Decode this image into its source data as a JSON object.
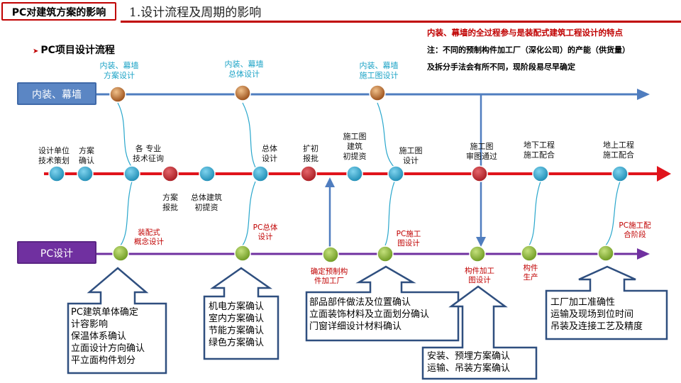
{
  "header": {
    "title": "PC对建筑方案的影响",
    "section": "1.设计流程及周期的影响"
  },
  "notes": {
    "red": "内装、幕墙的全过程参与是装配式建筑工程设计的特点",
    "line1": "注：不同的预制构件加工厂（深化公司）的产能（供货量）",
    "line2": "及拆分手法会有所不同，现阶段易尽早确定"
  },
  "subheading": "PC项目设计流程",
  "lanes": {
    "interior": "内装、幕墙",
    "pc": "PC设计"
  },
  "interior_stages": [
    {
      "l1": "内装、幕墙",
      "l2": "方案设计"
    },
    {
      "l1": "内装、幕墙",
      "l2": "总体设计"
    },
    {
      "l1": "内装、幕墙",
      "l2": "施工图设计"
    }
  ],
  "main_stages": {
    "s1": {
      "l1": "设计单位",
      "l2": "技术策划"
    },
    "s2": {
      "l1": "方案",
      "l2": "确认"
    },
    "s3": {
      "l1": "各 专业",
      "l2": "技术征询"
    },
    "s4": {
      "l1": "方案",
      "l2": "报批"
    },
    "s5": {
      "l1": "总体建筑",
      "l2": "初提资"
    },
    "s6": {
      "l1": "总体",
      "l2": "设计"
    },
    "s7": {
      "l1": "扩初",
      "l2": "报批"
    },
    "s8": {
      "l1": "施工图",
      "l2": "建筑",
      "l3": "初提资"
    },
    "s9": {
      "l1": "施工图",
      "l2": "设计"
    },
    "s10": {
      "l1": "施工图",
      "l2": "审图通过"
    },
    "s11": {
      "l1": "地下工程",
      "l2": "施工配合"
    },
    "s12": {
      "l1": "地上工程",
      "l2": "施工配合"
    }
  },
  "pc_stages": {
    "p1": {
      "l1": "装配式",
      "l2": "概念设计"
    },
    "p2": {
      "l1": "PC总体",
      "l2": "设计"
    },
    "p3": {
      "l1": "确定预制构",
      "l2": "件加工厂"
    },
    "p4": {
      "l1": "PC施工",
      "l2": "图设计"
    },
    "p5": {
      "l1": "构件加工",
      "l2": "图设计"
    },
    "p6": {
      "l1": "构件",
      "l2": "生产"
    },
    "p7": {
      "l1": "PC施工配",
      "l2": "合阶段"
    }
  },
  "detail_boxes": {
    "b1": [
      "PC建筑单体确定",
      "计容影响",
      "保温体系确认",
      "立面设计方向确认",
      "平立面构件划分"
    ],
    "b2": [
      "机电方案确认",
      "室内方案确认",
      "节能方案确认",
      "绿色方案确认"
    ],
    "b3": [
      "部品部件做法及位置确认",
      "立面装饰材料及立面划分确认",
      "门窗详细设计材料确认"
    ],
    "b4": [
      "安装、预埋方案确认",
      "运输、吊装方案确认"
    ],
    "b5": [
      "工厂加工准确性",
      "运输及现场到位时间",
      "吊装及连接工艺及精度"
    ]
  },
  "colors": {
    "red": "#e0141c",
    "blue_line": "#4f7dbf",
    "purple": "#7030a0",
    "teal": "#2aa7cc",
    "green": "#8db83a",
    "brown": "#b4652b",
    "dark_red": "#c0262d"
  }
}
